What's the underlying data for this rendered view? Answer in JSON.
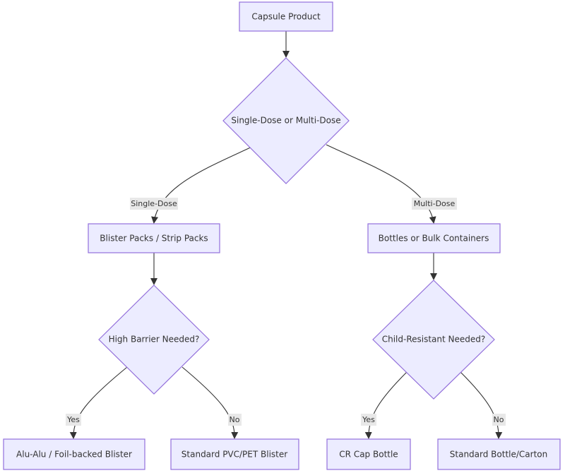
{
  "nodes": {
    "capsule_product": "Capsule Product",
    "dose_decision": "Single-Dose or Multi-Dose",
    "blister_packs": "Blister Packs / Strip Packs",
    "bottles_bulk": "Bottles or Bulk Containers",
    "barrier_decision": "High Barrier Needed?",
    "child_resistant_decision": "Child-Resistant Needed?",
    "alu_alu": "Alu-Alu / Foil-backed Blister",
    "standard_pvc": "Standard PVC/PET Blister",
    "cr_cap": "CR Cap Bottle",
    "standard_bottle": "Standard Bottle/Carton"
  },
  "edge_labels": {
    "single_dose": "Single-Dose",
    "multi_dose": "Multi-Dose",
    "barrier_yes": "Yes",
    "barrier_no": "No",
    "cr_yes": "Yes",
    "cr_no": "No"
  },
  "colors": {
    "node_fill": "#ececff",
    "node_stroke": "#9370db",
    "edge": "#333333",
    "label_bg": "#e8e8e8"
  }
}
